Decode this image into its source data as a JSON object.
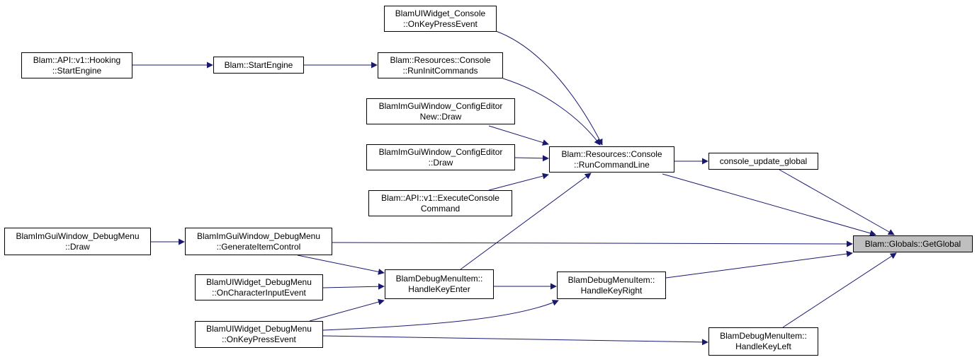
{
  "colors": {
    "edge": "#191970",
    "node_border": "#000000",
    "node_fill": "#ffffff",
    "highlight_fill": "#bfbfbf"
  },
  "nodes": {
    "hooking_startengine": {
      "lines": [
        "Blam::API::v1::Hooking",
        "::StartEngine"
      ]
    },
    "startengine": {
      "lines": [
        "Blam::StartEngine"
      ]
    },
    "runinitcommands": {
      "lines": [
        "Blam::Resources::Console",
        "::RunInitCommands"
      ]
    },
    "uiwidget_console_keypress": {
      "lines": [
        "BlamUIWidget_Console",
        "::OnKeyPressEvent"
      ]
    },
    "configeditornew_draw": {
      "lines": [
        "BlamImGuiWindow_ConfigEditor",
        "New::Draw"
      ]
    },
    "configeditor_draw": {
      "lines": [
        "BlamImGuiWindow_ConfigEditor",
        "::Draw"
      ]
    },
    "executeconsolecommand": {
      "lines": [
        "Blam::API::v1::ExecuteConsole",
        "Command"
      ]
    },
    "runcommandline": {
      "lines": [
        "Blam::Resources::Console",
        "::RunCommandLine"
      ]
    },
    "console_update_global": {
      "lines": [
        "console_update_global"
      ]
    },
    "getglobal": {
      "lines": [
        "Blam::Globals::GetGlobal"
      ]
    },
    "debugmenu_draw": {
      "lines": [
        "BlamImGuiWindow_DebugMenu",
        "::Draw"
      ]
    },
    "generateitemcontrol": {
      "lines": [
        "BlamImGuiWindow_DebugMenu",
        "::GenerateItemControl"
      ]
    },
    "uiwidget_debugmenu_charinput": {
      "lines": [
        "BlamUIWidget_DebugMenu",
        "::OnCharacterInputEvent"
      ]
    },
    "uiwidget_debugmenu_keypress": {
      "lines": [
        "BlamUIWidget_DebugMenu",
        "::OnKeyPressEvent"
      ]
    },
    "handlekeyenter": {
      "lines": [
        "BlamDebugMenuItem::",
        "HandleKeyEnter"
      ]
    },
    "handlekeyright": {
      "lines": [
        "BlamDebugMenuItem::",
        "HandleKeyRight"
      ]
    },
    "handlekeyleft": {
      "lines": [
        "BlamDebugMenuItem::",
        "HandleKeyLeft"
      ]
    }
  }
}
